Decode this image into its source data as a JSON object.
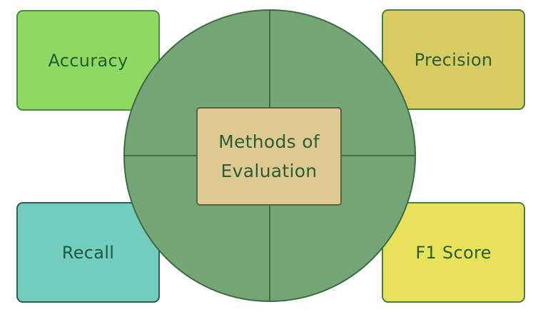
{
  "diagram": {
    "background": "#ffffff",
    "center": {
      "line1": "Methods of",
      "line2": "Evaluation",
      "fill": "#dfc992",
      "border": "#55663e",
      "text_color": "#2e5c33"
    },
    "circle": {
      "fill": "#74a577",
      "stroke": "#3e6b42",
      "divider_color": "#3e6b42"
    },
    "nodes": [
      {
        "id": "accuracy",
        "label": "Accuracy",
        "position": "top-left",
        "fill": "#8ed964",
        "border": "#4e8a3c",
        "text_color": "#265c2b"
      },
      {
        "id": "precision",
        "label": "Precision",
        "position": "top-right",
        "fill": "#d7cc62",
        "border": "#4c7c3e",
        "text_color": "#2e5c33"
      },
      {
        "id": "recall",
        "label": "Recall",
        "position": "bottom-left",
        "fill": "#72cdbf",
        "border": "#2e5f53",
        "text_color": "#1d5847"
      },
      {
        "id": "f1_score",
        "label": "F1 Score",
        "position": "bottom-right",
        "fill": "#e6e35b",
        "border": "#4c7c3e",
        "text_color": "#2e5c33"
      }
    ]
  }
}
